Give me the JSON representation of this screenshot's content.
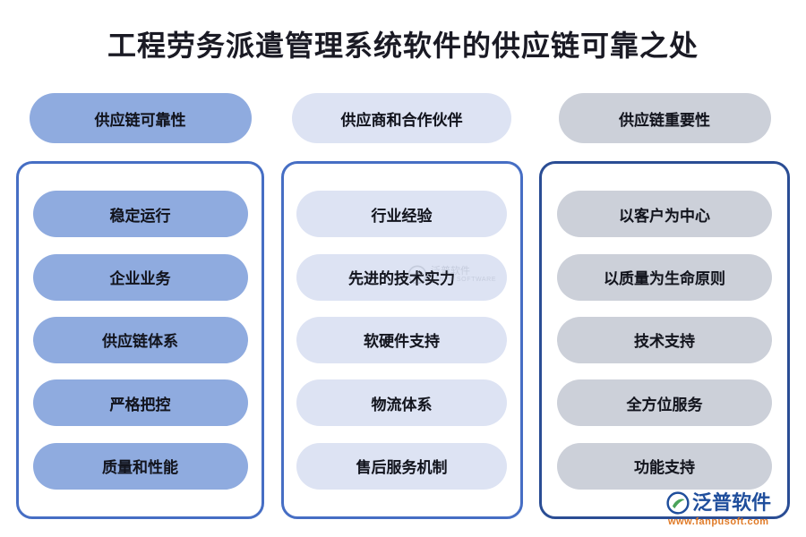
{
  "title": "工程劳务派遣管理系统软件的供应链可靠之处",
  "colors": {
    "title_text": "#1a1a24",
    "col1_fill": "#8fabdf",
    "col2_fill": "#dde3f3",
    "col3_fill": "#ccd0d9",
    "frame_border_blue": "#466ec4",
    "frame_border_navy": "#2a4d94",
    "logo_blue": "#1f4e9c",
    "logo_orange": "#e07b28",
    "background": "#ffffff"
  },
  "columns": [
    {
      "header": "供应链可靠性",
      "items": [
        "稳定运行",
        "企业业务",
        "供应链体系",
        "严格把控",
        "质量和性能"
      ]
    },
    {
      "header": "供应商和合作伙伴",
      "items": [
        "行业经验",
        "先进的技术实力",
        "软硬件支持",
        "物流体系",
        "售后服务机制"
      ]
    },
    {
      "header": "供应链重要性",
      "items": [
        "以客户为中心",
        "以质量为生命原则",
        "技术支持",
        "全方位服务",
        "功能支持"
      ]
    }
  ],
  "watermark": {
    "name": "泛普软件",
    "sub": "FANPU SOFTWARE"
  },
  "logo": {
    "name": "泛普软件",
    "url": "www.fanpusoft.com"
  }
}
